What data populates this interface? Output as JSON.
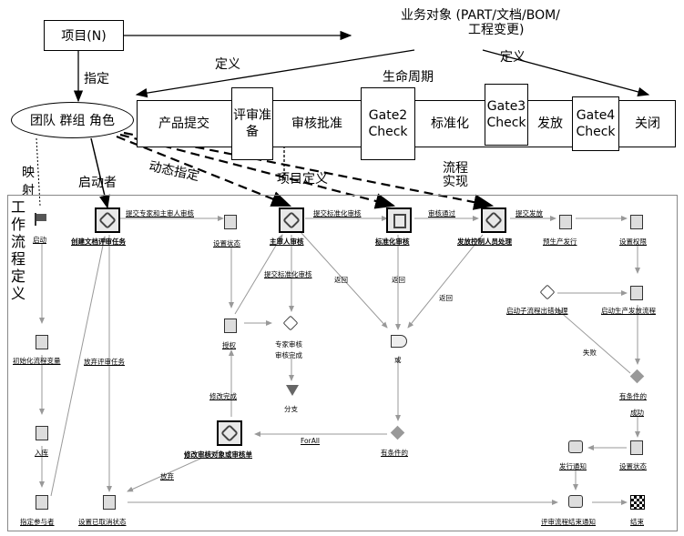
{
  "top": {
    "project_label": "项目(N)",
    "business_object_line1": "业务对象 (PART/文档/BOM/",
    "business_object_line2": "工程变更)",
    "define_left": "定义",
    "define_right": "定义",
    "lifecycle": "生命周期",
    "assign": "指定",
    "team": "团队 群组 角色",
    "mapping": "映\n射",
    "initiator": "启动者",
    "dynamic_assign": "动态指定",
    "project_define": "项目定义",
    "process_impl_line1": "流程",
    "process_impl_line2": "实现",
    "workflow_def": "工作流程定义"
  },
  "lifecycle_stages": [
    "产品提交",
    "评审准备",
    "审核批准",
    "Gate2 Check",
    "标准化",
    "Gate3 Check",
    "发放",
    "Gate4 Check",
    "关闭"
  ],
  "workflow": {
    "start": "启动",
    "create_review_task": "创建文档评审任务",
    "submit_expert": "提交专家和主审人审核",
    "set_state": "设置状态",
    "chief_review": "主审人审核",
    "submit_standard": "提交标准化审核",
    "standard_review": "标准化审核",
    "review_pass": "审核通过",
    "release_control": "发放控制人员处理",
    "submit_release": "提交发放",
    "preprod_release": "预生产发行",
    "set_permission": "设置权限",
    "submit_standard2": "提交标准化审核",
    "return1": "返回",
    "return2": "返回",
    "return3": "返回",
    "init_vars": "初始化流程变量",
    "abandon_task": "放弃评审任务",
    "permission": "授权",
    "expert_done1": "专家审核",
    "expert_done2": "审核完成",
    "or": "或",
    "start_subprocess": "启动子流程出错处理",
    "start_production": "启动生产发放流程",
    "fail": "失败",
    "modify_done": "修改完成",
    "branch": "分支",
    "has_condition1": "有条件的",
    "has_condition2": "有条件的",
    "success": "成功",
    "modify_review": "修改审核对象或审核单",
    "for_all": "ForAll",
    "inbox": "入库",
    "send_notice": "发行通知",
    "set_state2": "设置状态",
    "abandon": "放弃",
    "designate": "指定参与者",
    "set_cancel_state": "设置已取消状态",
    "review_end_notice": "评审流程结束通知",
    "end": "结束"
  }
}
